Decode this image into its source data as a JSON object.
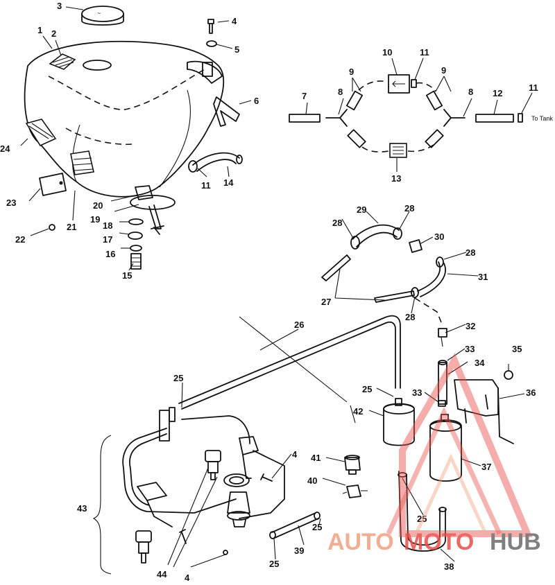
{
  "diagram": {
    "note_to_tank": "To Tank",
    "callouts": [
      "1",
      "2",
      "3",
      "4",
      "5",
      "6",
      "7",
      "8",
      "9",
      "10",
      "11",
      "12",
      "13",
      "14",
      "15",
      "16",
      "17",
      "18",
      "19",
      "20",
      "21",
      "22",
      "23",
      "24",
      "25",
      "26",
      "27",
      "28",
      "29",
      "30",
      "31",
      "32",
      "33",
      "34",
      "35",
      "36",
      "37",
      "38",
      "39",
      "40",
      "41",
      "42",
      "43",
      "44"
    ]
  },
  "watermark": {
    "text_a": "AUTO",
    "text_b": "MOTO",
    "text_c": "HUB",
    "colors": {
      "primary": "#f0a080",
      "accent": "#e8504a",
      "dark": "#6b6b6b"
    }
  }
}
